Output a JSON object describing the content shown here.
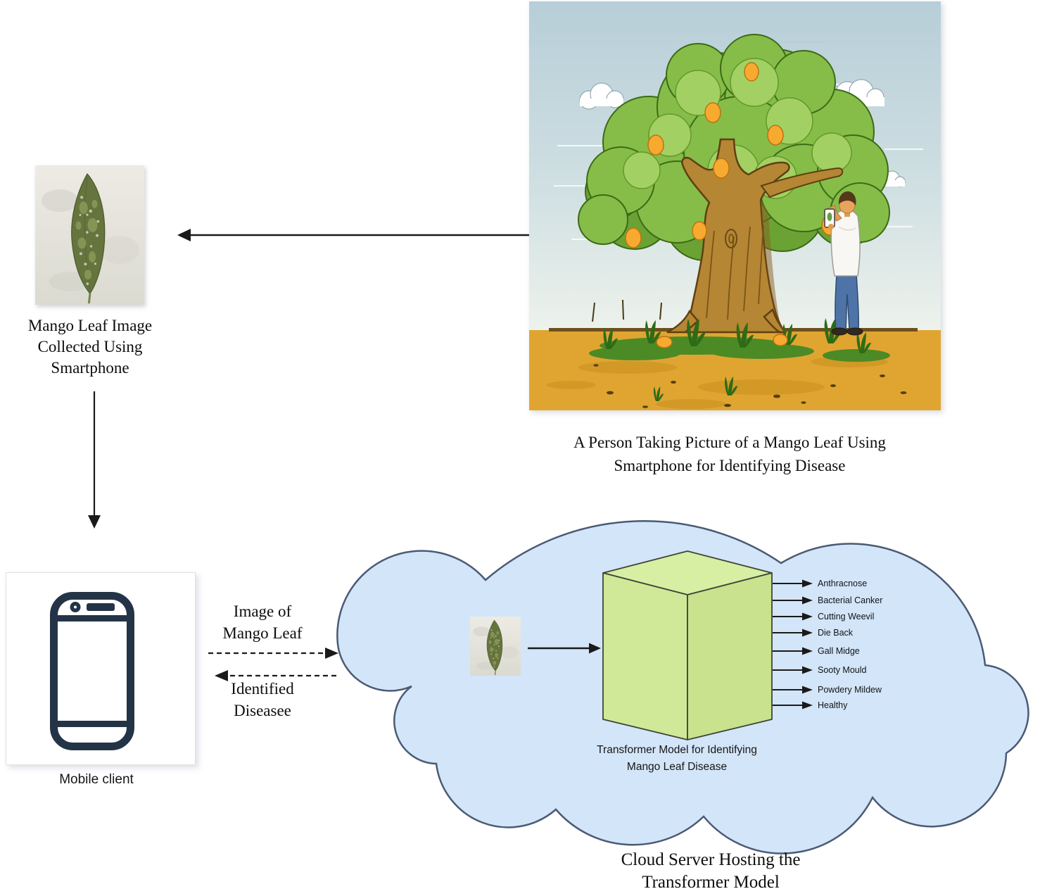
{
  "captions": {
    "tree": "A Person Taking Picture of a Mango Leaf Using\nSmartphone for Identifying Disease",
    "leaf": "Mango Leaf Image\nCollected Using\nSmartphone",
    "request": "Image of\nMango Leaf",
    "response": "Identified\nDiseasee",
    "mobile_client": "Mobile client",
    "transformer": "Transformer Model for Identifying\nMango Leaf Disease",
    "cloud_server": "Cloud Server Hosting the\nTransformer Model"
  },
  "cloud": {
    "outputs": [
      "Anthracnose",
      "Bacterial Canker",
      "Cutting Weevil",
      "Die Back",
      "Gall Midge",
      "Sooty Mould",
      "Powdery Mildew",
      "Healthy"
    ]
  },
  "icons": [
    "smartphone-icon",
    "mango-leaf-photo",
    "mango-leaf-photo-small",
    "cloud-shape",
    "transformer-box",
    "mango-tree-illustration"
  ],
  "colors": {
    "cloud_fill": "#d3e5f8",
    "cloud_stroke": "#4b5a75",
    "box_fill": "#cfe998",
    "box_stroke": "#3f4538",
    "phone_icon": "#243447",
    "arrow": "#1a1a1a",
    "sky_top": "#b7ced8",
    "ground": "#e0a531",
    "foliage": "#85bd48",
    "mango": "#f6a92f"
  }
}
